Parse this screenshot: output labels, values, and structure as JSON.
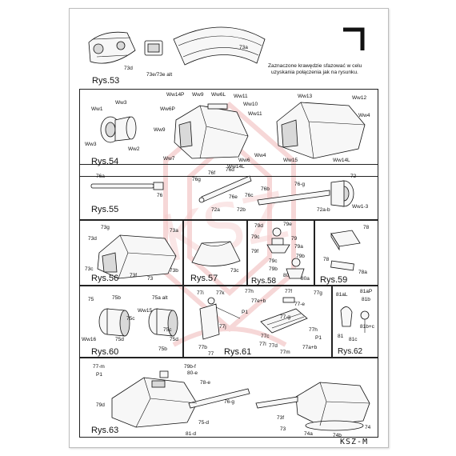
{
  "sheet": {
    "brand": "KSZ-M",
    "watermark_color": "#e8a3a3",
    "panel_border_color": "#222222"
  },
  "panels": {
    "p53": {
      "title": "Rys.53",
      "note": [
        "Zaznaczone krawędzie sfazować w celu",
        "uzyskania połączenia jak na rysunku."
      ],
      "labels": {
        "a": "73d",
        "b": "73e/73e alt",
        "c": "73a"
      }
    },
    "p54": {
      "title": "Rys.54",
      "labels": {
        "a": "Ww1",
        "b": "Ww3",
        "c": "Ww3",
        "d": "Ww2",
        "e": "Ww14P",
        "f": "Ww9",
        "g": "Ww6L",
        "h": "Ww11",
        "i": "Ww10",
        "j": "Ww11",
        "k": "Ww6P",
        "l": "Ww9",
        "m": "Ww7",
        "n": "Ww14L",
        "o": "Ww6",
        "p": "Ww4",
        "q": "Ww13",
        "r": "Ww12",
        "s": "Ww4",
        "t": "Ww15",
        "u": "Ww14L"
      }
    },
    "p55": {
      "title": "Rys.55",
      "labels": {
        "a": "76a",
        "b": "76",
        "c": "76g",
        "d": "76f",
        "e": "76d",
        "f": "76e",
        "g": "76c",
        "h": "76b",
        "i": "72a",
        "j": "72b",
        "k": "76-g",
        "l": "72",
        "m": "Ww1-3",
        "n": "72a-b"
      }
    },
    "p56": {
      "title": "Rys.56",
      "labels": {
        "a": "73g",
        "b": "73d",
        "c": "73a",
        "d": "73c",
        "e": "73f",
        "f": "73",
        "g": "73b"
      }
    },
    "p57": {
      "title": "Rys.57",
      "labels": {
        "a": "73c"
      }
    },
    "p58": {
      "title": "Rys.58",
      "labels": {
        "a": "79d",
        "b": "79e",
        "c": "79c",
        "d": "79",
        "e": "79a",
        "f": "79f",
        "g": "79b",
        "h": "79c",
        "i": "79b",
        "j": "80",
        "k": "80a"
      }
    },
    "p59": {
      "title": "Rys.59",
      "labels": {
        "a": "78",
        "b": "78",
        "c": "78a"
      }
    },
    "p60": {
      "title": "Rys.60",
      "labels": {
        "a": "75",
        "b": "75b",
        "c": "75a alt",
        "d": "75c",
        "e": "Ww15",
        "f": "75d",
        "g": "Ww16",
        "h": "75c",
        "i": "75d",
        "j": "75b"
      }
    },
    "p61": {
      "title": "Rys.61",
      "labels": {
        "a": "77i",
        "b": "77k",
        "c": "77h",
        "d": "77e+b",
        "e": "77f",
        "f": "77g",
        "g": "P1",
        "h": "77j",
        "i": "77-e",
        "j": "77-g",
        "k": "77h",
        "l": "77b",
        "m": "77",
        "n": "77d",
        "o": "77m",
        "p": "77a+b",
        "q": "77c",
        "r": "77l",
        "s": "P1"
      }
    },
    "p62": {
      "title": "Rys.62",
      "labels": {
        "a": "81aL",
        "b": "81aP",
        "c": "81b",
        "d": "81b+c",
        "e": "81",
        "f": "81c"
      }
    },
    "p63": {
      "title": "Rys.63",
      "labels": {
        "a": "77-m",
        "b": "P1",
        "c": "79b-f",
        "d": "80-e",
        "e": "78-e",
        "f": "79d",
        "g": "76-g",
        "h": "75-d",
        "i": "81-d",
        "j": "73",
        "k": "73f",
        "l": "74a",
        "m": "74b",
        "n": "74"
      }
    }
  }
}
